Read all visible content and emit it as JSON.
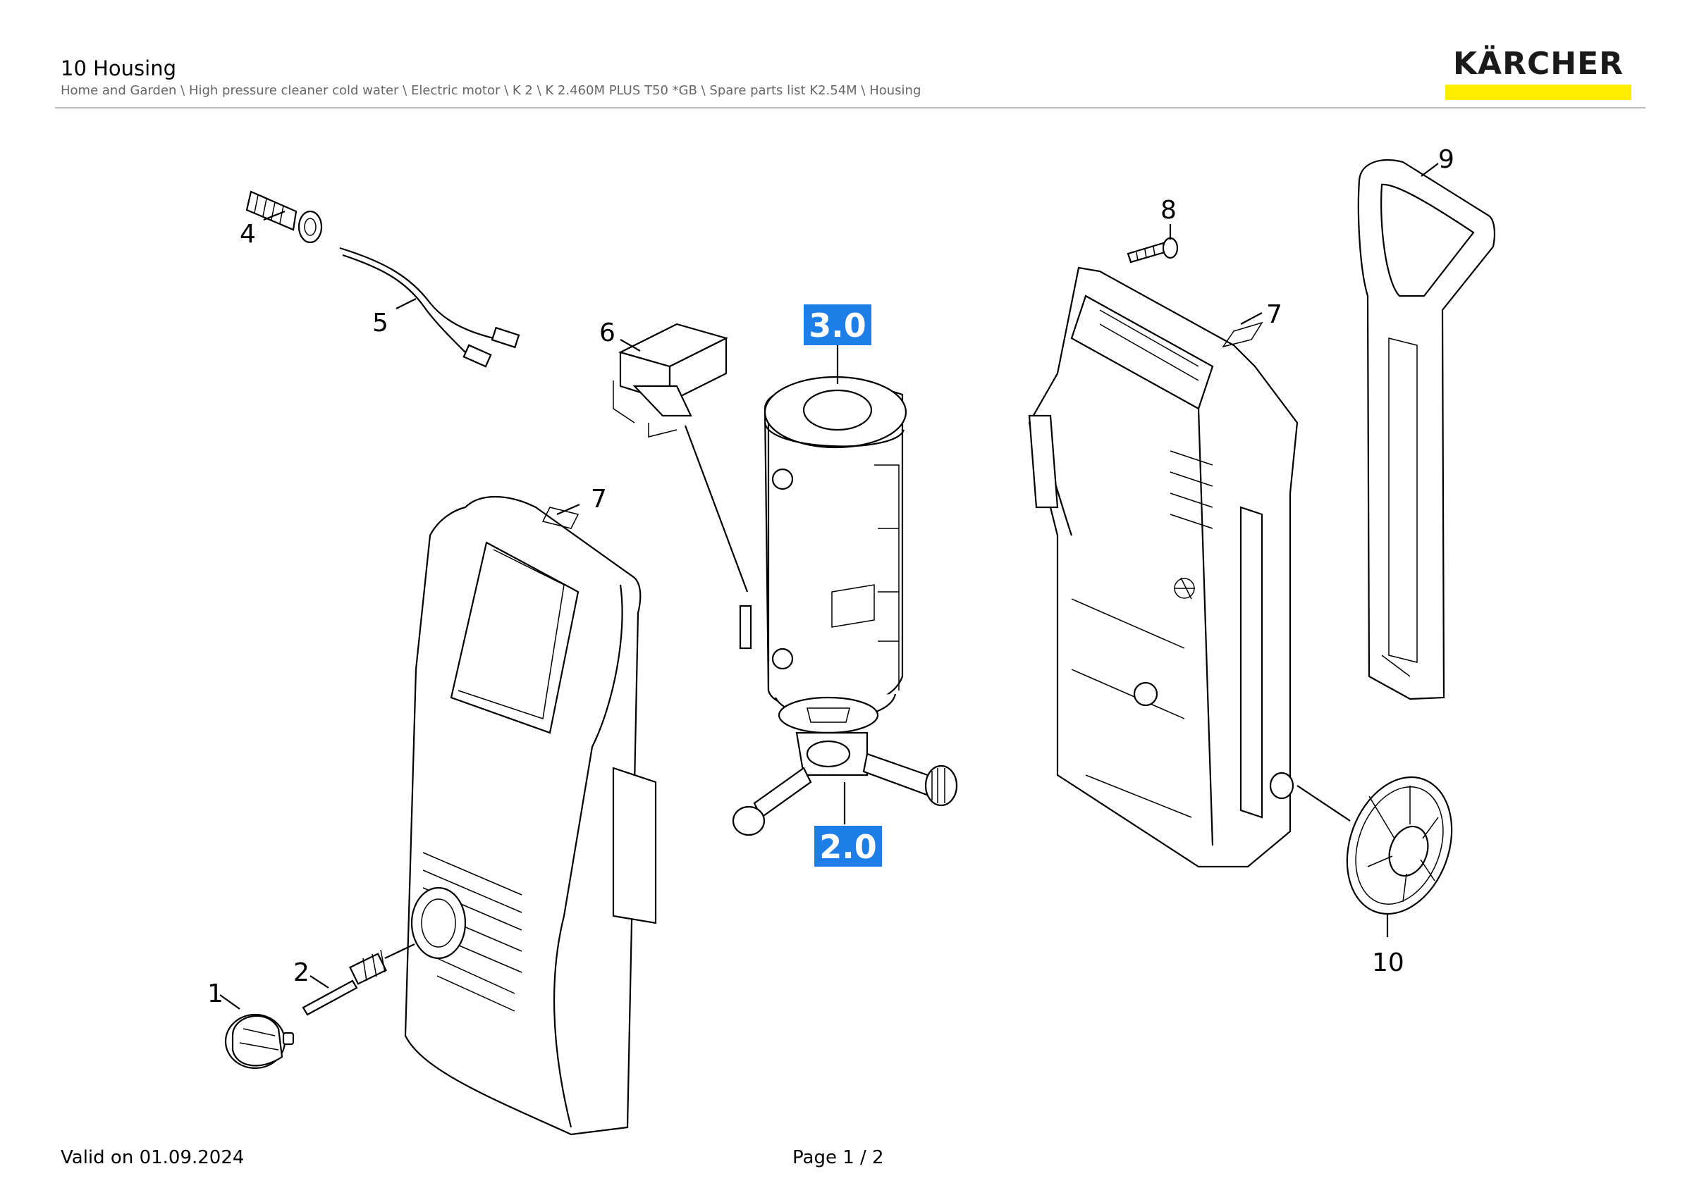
{
  "header": {
    "title": "10 Housing",
    "breadcrumb": "Home and Garden \\ High pressure cleaner cold water \\ Electric motor \\ K 2 \\ K 2.460M PLUS T50 *GB \\ Spare parts list K2.54M \\ Housing"
  },
  "brand": {
    "logo_text": "KÄRCHER",
    "bar_color": "#ffed00",
    "text_color": "#1a1a1a"
  },
  "badges": {
    "color": "#1e7ee8",
    "top": "3.0",
    "bottom": "2.0"
  },
  "callouts": {
    "c1": "1",
    "c2": "2",
    "c4": "4",
    "c5": "5",
    "c6": "6",
    "c7a": "7",
    "c7b": "7",
    "c8": "8",
    "c9": "9",
    "c10": "10"
  },
  "footer": {
    "valid": "Valid on 01.09.2024",
    "page": "Page 1 / 2"
  }
}
